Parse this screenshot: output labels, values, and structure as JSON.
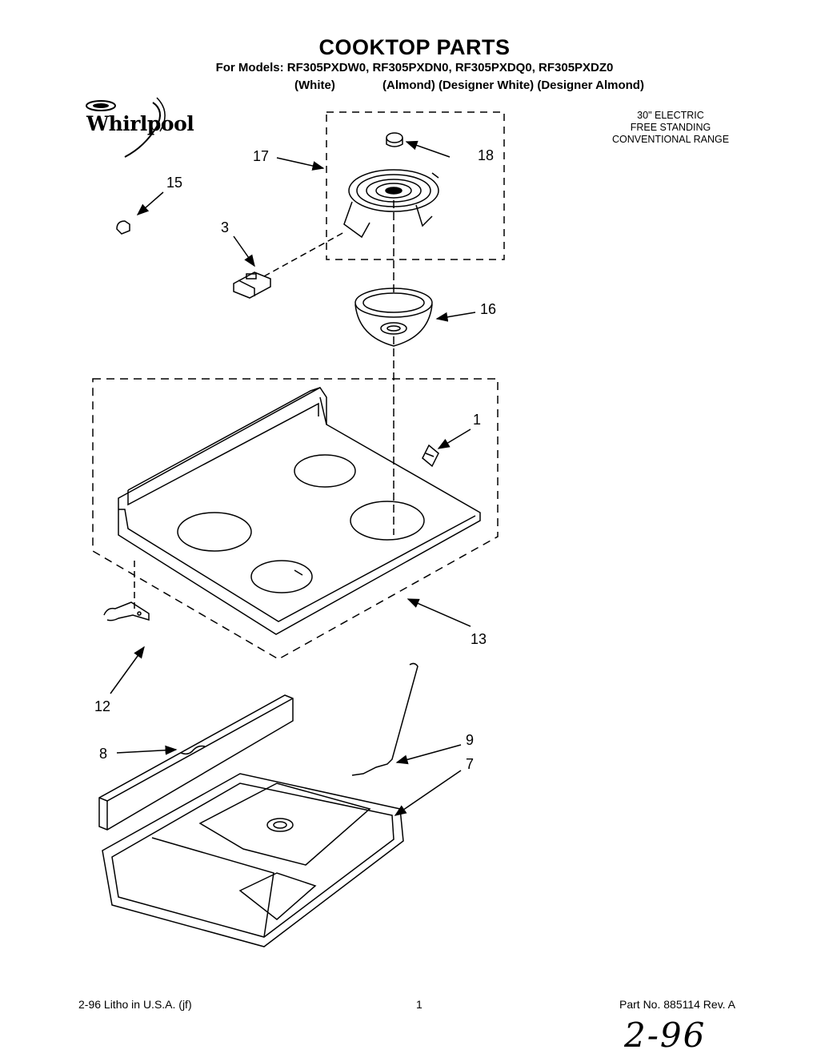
{
  "header": {
    "title": "COOKTOP PARTS",
    "models": "For Models: RF305PXDW0, RF305PXDN0, RF305PXDQ0, RF305PXDZ0",
    "colors": [
      "(White)",
      "(Almond) (Designer White) (Designer Almond)"
    ]
  },
  "brand": {
    "logo_text": "Whirlpool"
  },
  "range_description": [
    "30\" ELECTRIC",
    "FREE STANDING",
    "CONVENTIONAL RANGE"
  ],
  "callouts": [
    "1",
    "3",
    "7",
    "8",
    "9",
    "12",
    "13",
    "15",
    "16",
    "17",
    "18"
  ],
  "footer": {
    "litho": "2-96 Litho in U.S.A. (jf)",
    "page": "1",
    "part_no": "Part No. 885114 Rev. A",
    "handwritten": "2-96"
  }
}
